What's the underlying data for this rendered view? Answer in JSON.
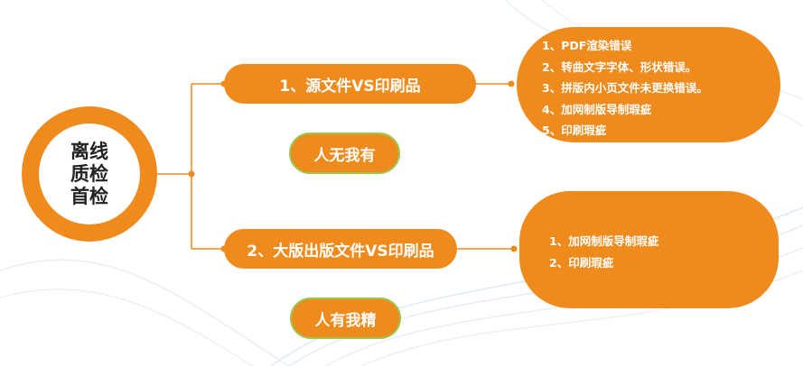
{
  "root": {
    "lines": [
      "离线",
      "质检",
      "首检"
    ]
  },
  "branches": [
    {
      "label": "1、源文件VS印刷品",
      "tag": "人无我有",
      "details": [
        "1、PDF渲染错误",
        "2、转曲文字字体、形状错误。",
        "3、拼版内小页文件未更换错误。",
        "4、加网制版导制瑕疵",
        "5、印刷瑕疵"
      ]
    },
    {
      "label": "2、大版出版文件VS印刷品",
      "tag": "人有我精",
      "details": [
        "1、加网制版导制瑕疵",
        "2、印刷瑕疵"
      ]
    }
  ],
  "colors": {
    "accent": "#ef8a1c",
    "tag_border": "#9cc64c",
    "text_dark": "#222222",
    "text_light": "#ffffff"
  }
}
